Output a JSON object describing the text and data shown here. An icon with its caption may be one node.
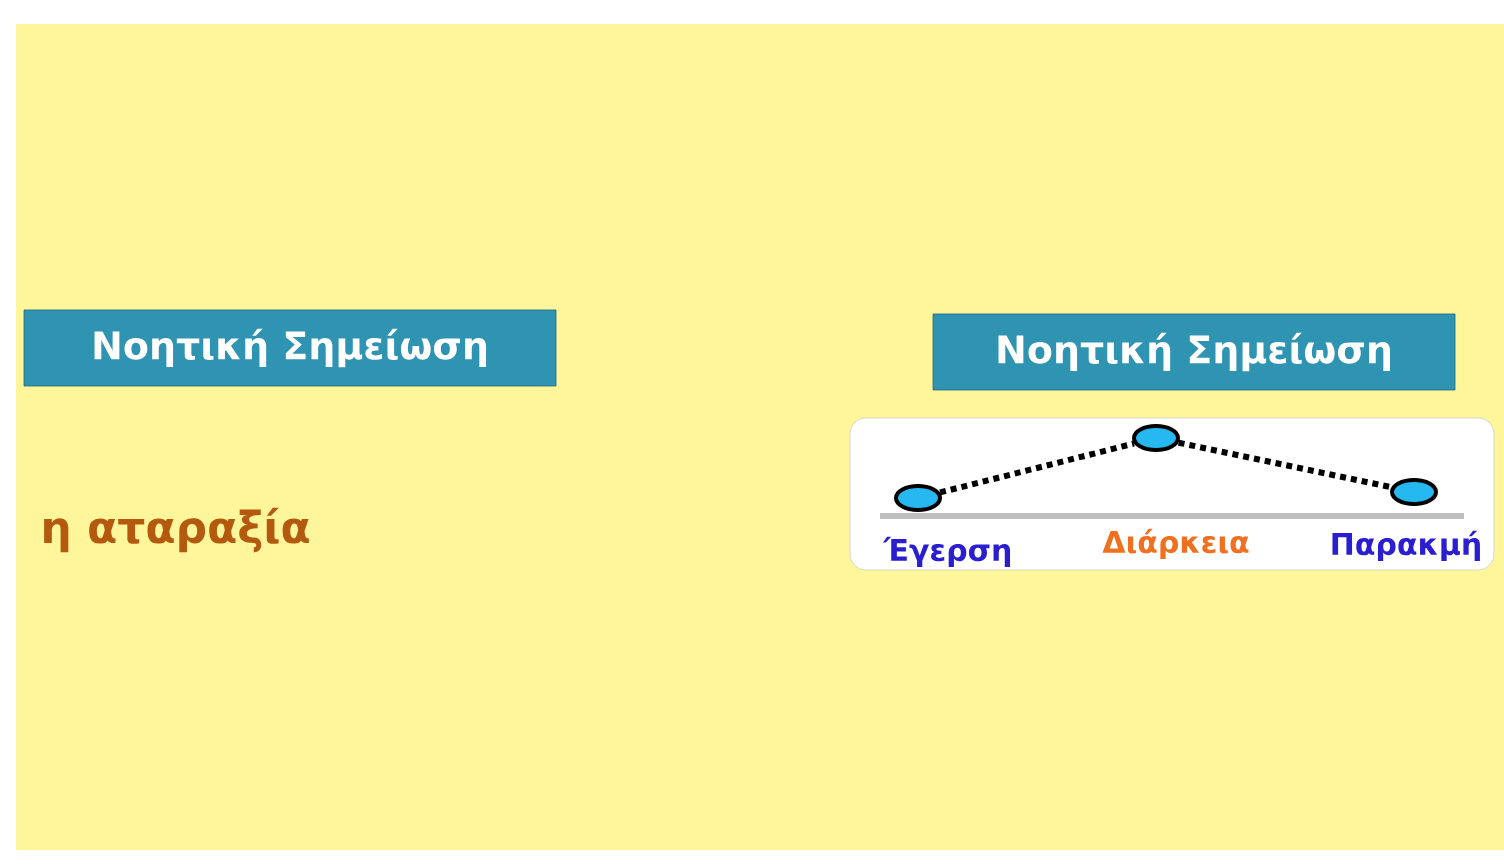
{
  "diagram": {
    "nodes": [
      {
        "text": [
          "Νοητική Σημείωση"
        ]
      },
      {
        "text": [
          "Νοητική Σημείωση"
        ]
      },
      {
        "text": [],
        "shape": "box"
      },
      {
        "text": [],
        "shape": "circle",
        "in": 2,
        "beside": [
          "Έγερση"
        ]
      },
      {
        "text": [],
        "shape": "circle",
        "in": 2,
        "beside": [
          "Διάρκεια"
        ]
      },
      {
        "text": [],
        "shape": "circle",
        "in": 2,
        "beside": [
          "Παρακμή"
        ]
      }
    ],
    "edges": [
      {
        "from": 3,
        "to": 4,
        "arrow": "none",
        "style": "dashed"
      },
      {
        "from": 4,
        "to": 5,
        "arrow": "none",
        "style": "dashed"
      }
    ],
    "labels": [
      "η αταραξία"
    ]
  }
}
